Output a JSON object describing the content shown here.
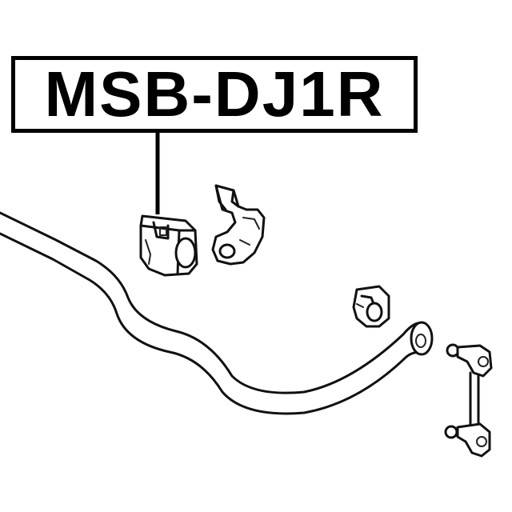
{
  "callout": {
    "part_number": "MSB-DJ1R"
  },
  "diagram": {
    "parts": [
      {
        "name": "stabilizer-bushing",
        "highlighted": true
      },
      {
        "name": "bushing-bracket"
      },
      {
        "name": "stabilizer-bar"
      },
      {
        "name": "end-bushing"
      },
      {
        "name": "stabilizer-link"
      }
    ],
    "line_color": "#111111",
    "background": "#ffffff"
  }
}
